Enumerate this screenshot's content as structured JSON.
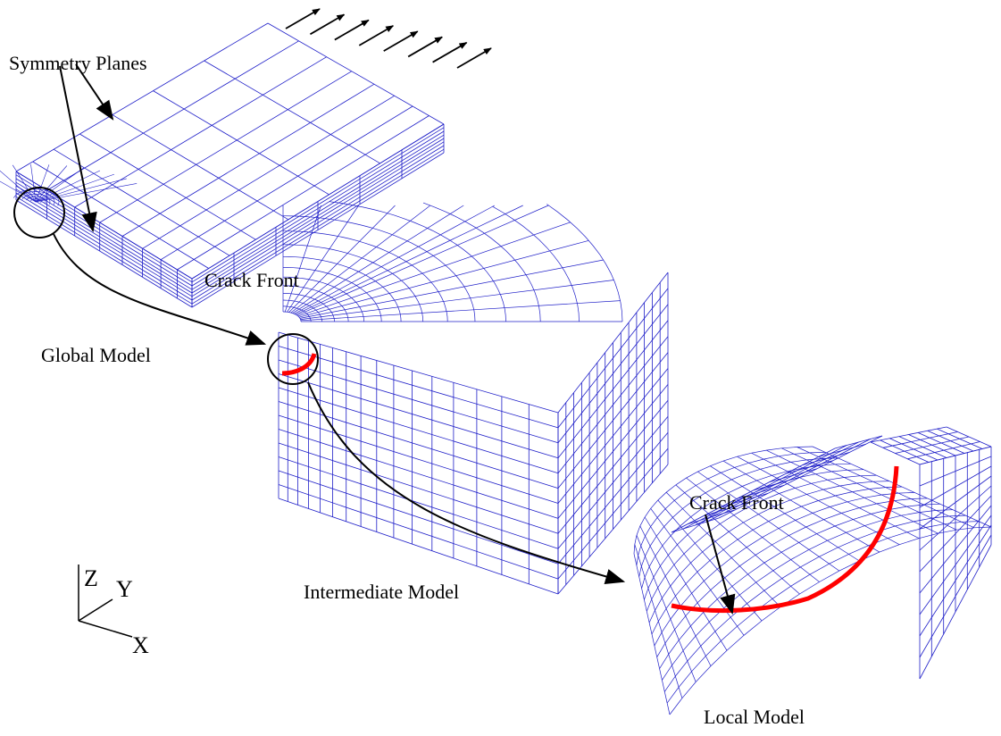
{
  "labels": {
    "symmetry_planes": "Symmetry Planes",
    "crack_front_intermediate": "Crack Front",
    "global_model": "Global Model",
    "intermediate_model": "Intermediate Model",
    "crack_front_local": "Crack Front",
    "local_model": "Local Model"
  },
  "axes": {
    "z": "Z",
    "y": "Y",
    "x": "X"
  },
  "colors": {
    "mesh": "#1f1fc8",
    "crack_front": "#ff0000",
    "annotation": "#000000",
    "background": "#ffffff"
  },
  "load_arrow_count": 8
}
